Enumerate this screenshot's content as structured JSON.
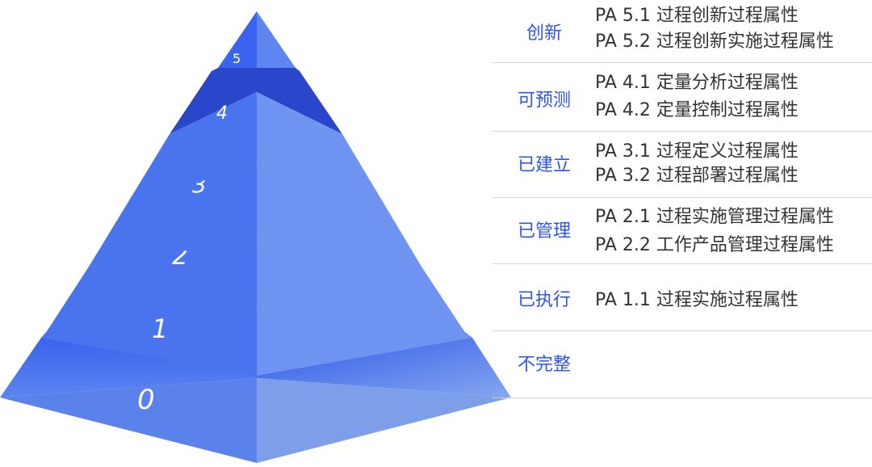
{
  "levels": [
    {
      "number": "5",
      "name": "创新",
      "attributes": [
        "PA 5.1 过程创新过程属性",
        "PA 5.2 过程创新实施过程属性"
      ]
    },
    {
      "number": "4",
      "name": "可预测",
      "attributes": [
        "PA 4.1 定量分析过程属性",
        "PA 4.2 定量控制过程属性"
      ]
    },
    {
      "number": "3",
      "name": "已建立",
      "attributes": [
        "PA 3.1 过程定义过程属性",
        "PA 3.2 过程部署过程属性"
      ]
    },
    {
      "number": "2",
      "name": "已管理",
      "attributes": [
        "PA 2.1 过程实施管理过程属性",
        "PA 2.2 工作产品管理过程属性"
      ]
    },
    {
      "number": "1",
      "name": "已执行",
      "attributes": [
        "PA 1.1 过程实施过程属性"
      ]
    },
    {
      "number": "0",
      "name": "不完整",
      "attributes": []
    }
  ],
  "colors": {
    "level_name": "#2f55e8",
    "attribute_text": "#333333",
    "pyramid_light": "#4f7ff5",
    "pyramid_dark": "#2540c8"
  }
}
